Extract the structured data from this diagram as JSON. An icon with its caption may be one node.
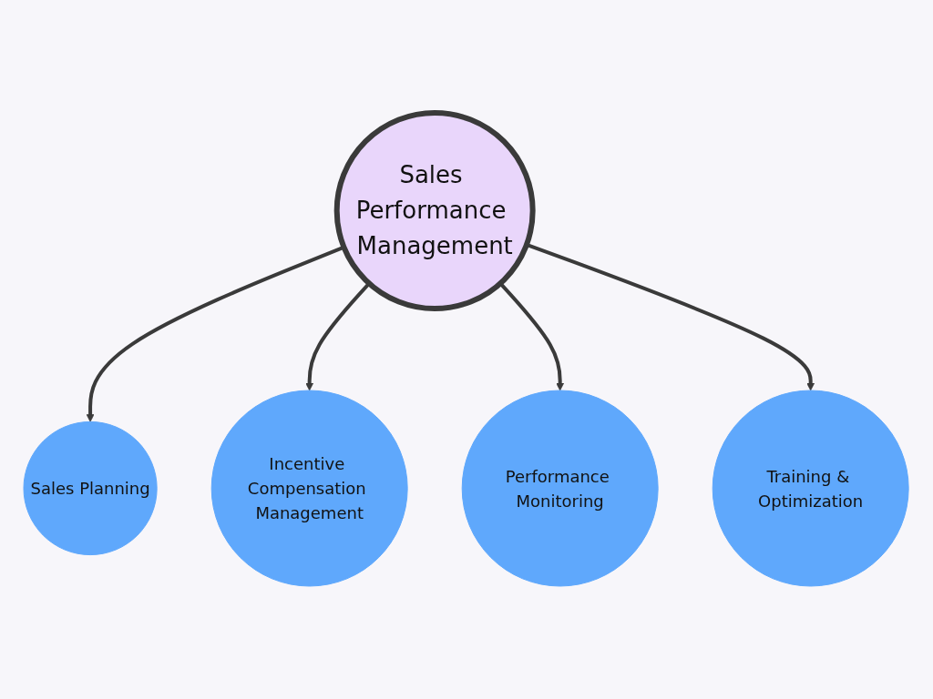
{
  "diagram": {
    "nodes": [
      {
        "text": [
          "Sales Planning"
        ]
      },
      {
        "text": [
          "Incentive Compensation Management"
        ]
      },
      {
        "text": [
          "Sales Performance Management"
        ]
      },
      {
        "text": [
          "Training & Optimization"
        ]
      },
      {
        "text": [
          "Performance Monitoring"
        ]
      }
    ],
    "edges": [
      {
        "from": 2,
        "to": 0,
        "arrow": "to"
      },
      {
        "from": 2,
        "to": 1,
        "arrow": "to"
      },
      {
        "from": 2,
        "to": 4,
        "arrow": "to"
      },
      {
        "from": 2,
        "to": 3,
        "arrow": "to"
      }
    ]
  }
}
